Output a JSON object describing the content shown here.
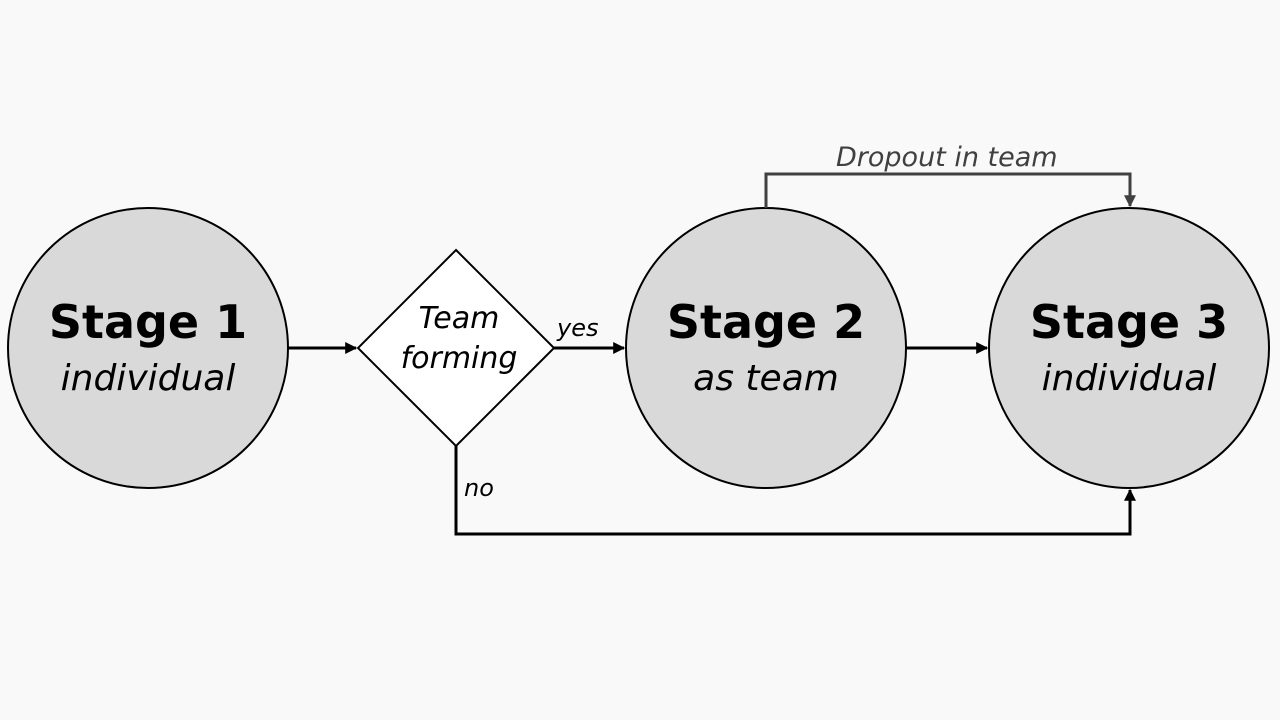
{
  "stages": [
    {
      "title": "Stage 1",
      "subtitle": "individual"
    },
    {
      "title": "Stage 2",
      "subtitle": "as team"
    },
    {
      "title": "Stage 3",
      "subtitle": "individual"
    }
  ],
  "decision": {
    "line1": "Team",
    "line2": "forming"
  },
  "edges": {
    "yes_label": "yes",
    "no_label": "no",
    "dropout_label": "Dropout in team"
  },
  "colors": {
    "background": "#f9f9f9",
    "stage_fill": "#d9d9d9",
    "stroke": "#000000",
    "dropout_stroke": "#404040",
    "decision_fill": "#ffffff"
  }
}
